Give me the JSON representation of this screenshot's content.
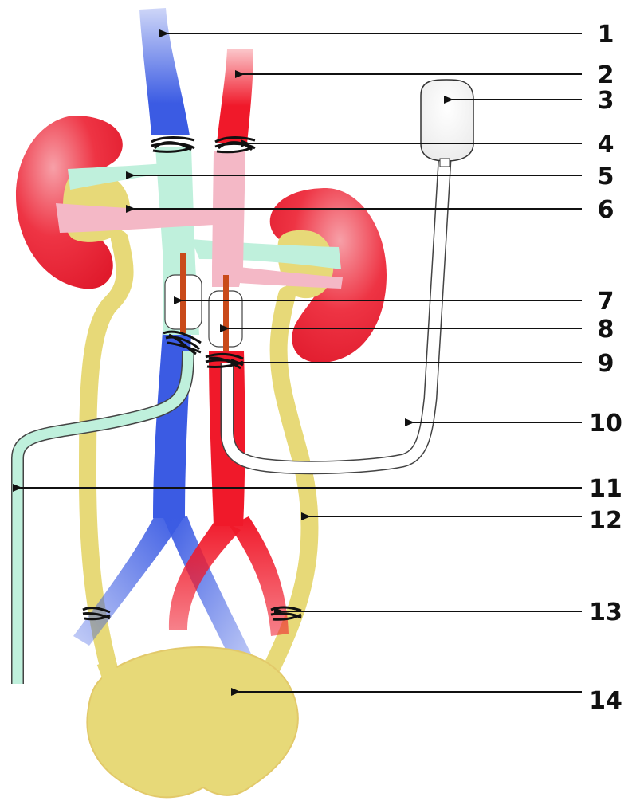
{
  "labels": [
    "1",
    "2",
    "3",
    "4",
    "5",
    "6",
    "7",
    "8",
    "9",
    "10",
    "11",
    "12",
    "13",
    "14"
  ],
  "colors": {
    "vein": "#3b5be3",
    "artery": "#f0192a",
    "kidney": "#ef2a3a",
    "urine": "#e7d978",
    "renal_vein": "#bff0dc",
    "renal_artery": "#f4b8c6",
    "tube": "#ffffff",
    "suture": "#111111",
    "cannula": "#c94a1a"
  }
}
